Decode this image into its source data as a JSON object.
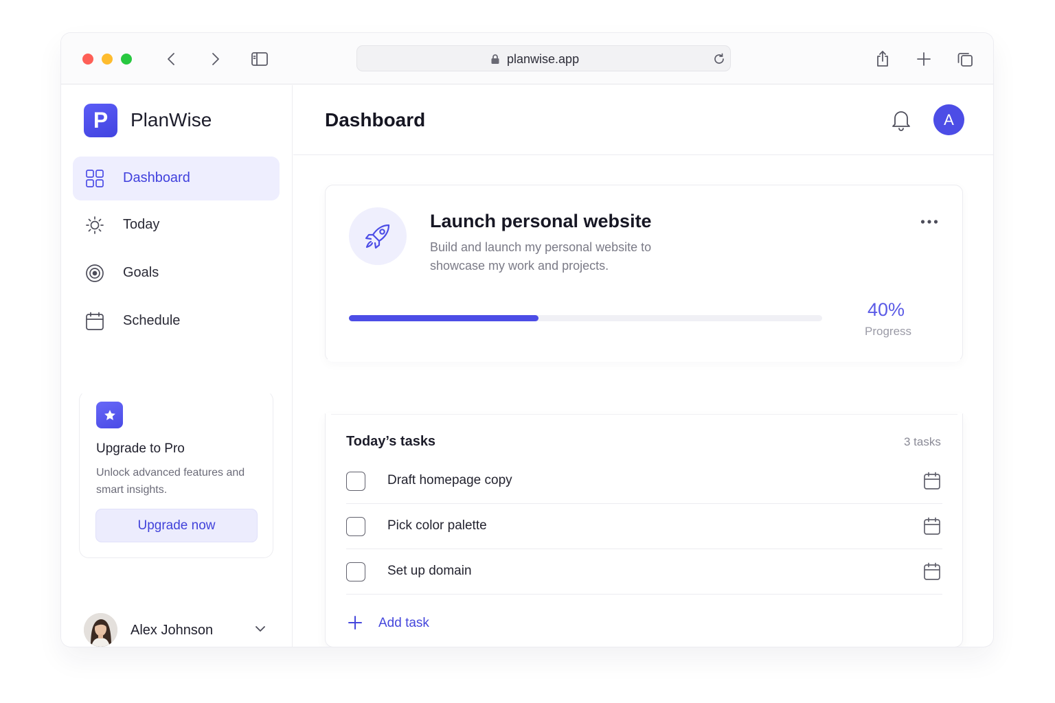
{
  "browser": {
    "url": "planwise.app"
  },
  "brand": {
    "logo_letter": "P",
    "name": "PlanWise",
    "accent_color": "#4c4de6"
  },
  "sidebar": {
    "items": [
      {
        "label": "Dashboard",
        "icon": "grid-icon",
        "active": true
      },
      {
        "label": "Today",
        "icon": "sun-icon",
        "active": false
      },
      {
        "label": "Goals",
        "icon": "target-icon",
        "active": false
      },
      {
        "label": "Schedule",
        "icon": "calendar-icon",
        "active": false
      }
    ],
    "upgrade": {
      "title": "Upgrade to Pro",
      "description": "Unlock advanced features and smart insights.",
      "button": "Upgrade now"
    },
    "user": {
      "name": "Alex Johnson"
    }
  },
  "header": {
    "title": "Dashboard",
    "avatar_initial": "A"
  },
  "project": {
    "title": "Launch personal website",
    "description": "Build and launch my personal website to showcase my work and projects.",
    "progress_value": 0.4,
    "progress_text": "40%",
    "progress_label": "Progress"
  },
  "tasks": {
    "title": "Today’s tasks",
    "count": "3 tasks",
    "items": [
      {
        "label": "Draft homepage copy",
        "done": false
      },
      {
        "label": "Pick color palette",
        "done": false
      },
      {
        "label": "Set up domain",
        "done": false
      }
    ],
    "add_label": "Add task"
  }
}
